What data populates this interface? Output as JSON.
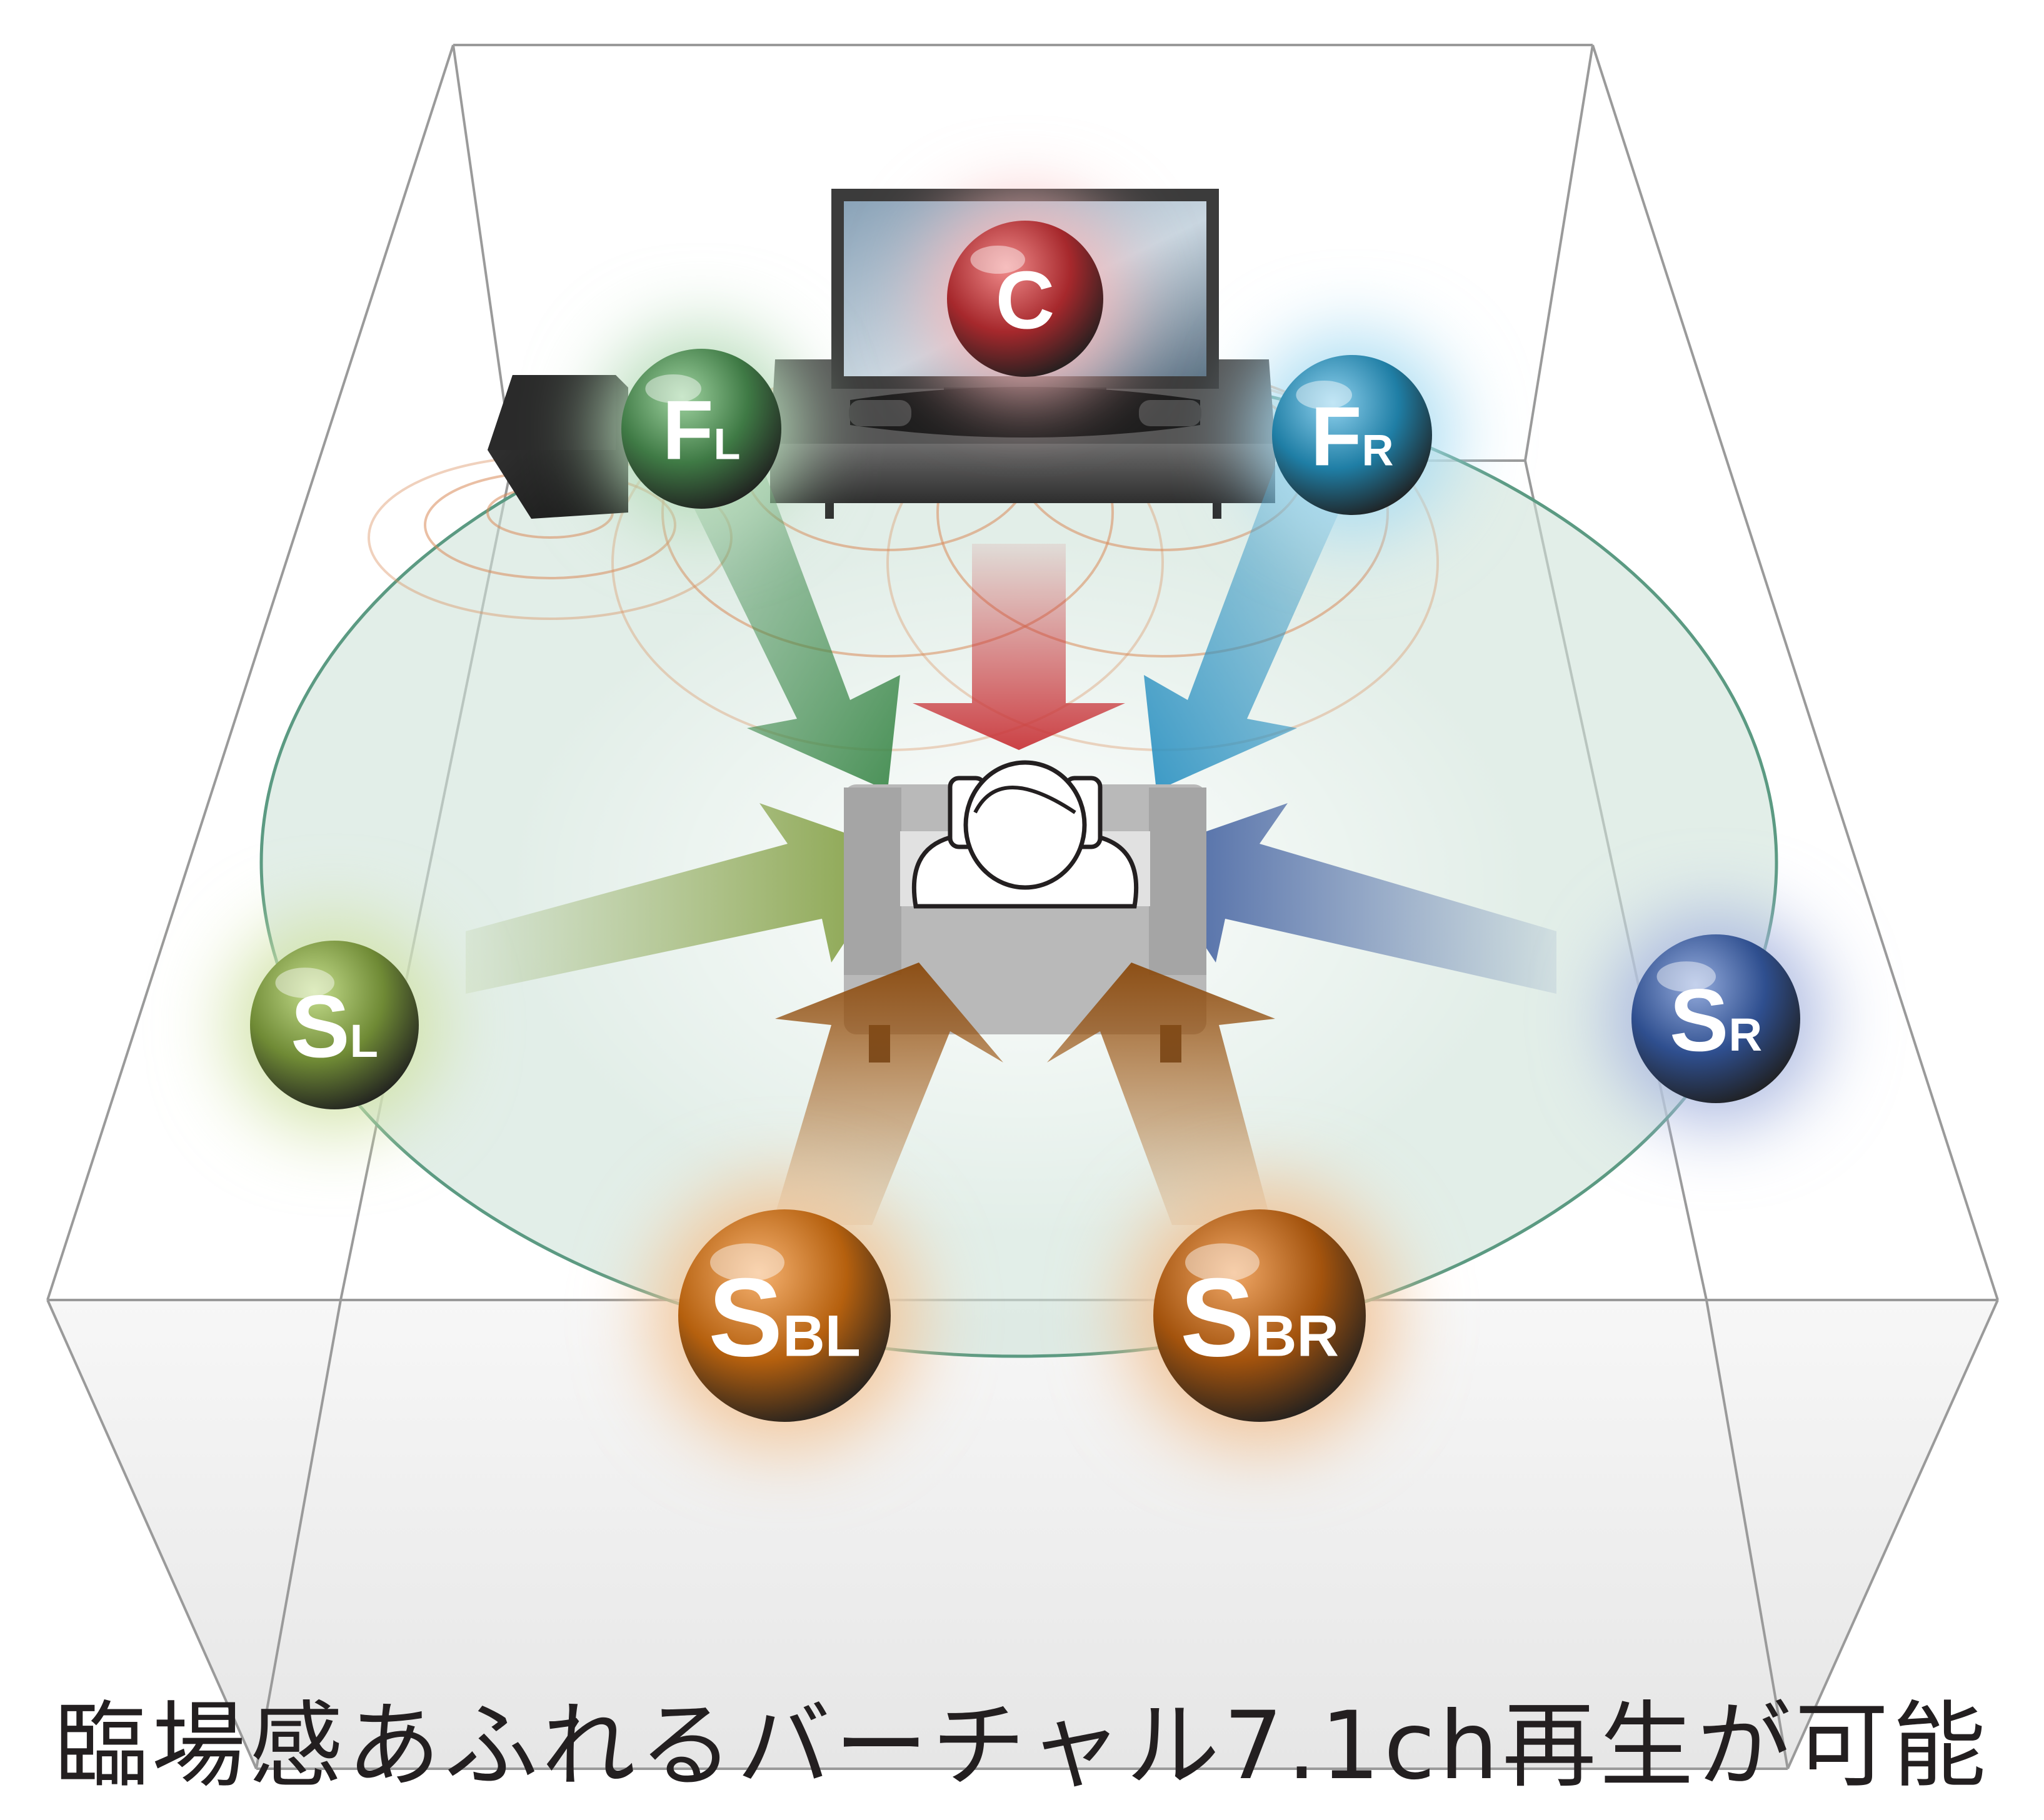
{
  "caption": "臨場感あふれるバーチャル7.1ch再生が可能",
  "speakers": [
    {
      "id": "C",
      "main": "C",
      "sub": "",
      "color": "#a6282c",
      "light": "#f08a8a",
      "glow": "#f7b9bb"
    },
    {
      "id": "FL",
      "main": "F",
      "sub": "L",
      "color": "#3f7a45",
      "light": "#9fd3a0",
      "glow": "#b7dcba"
    },
    {
      "id": "FR",
      "main": "F",
      "sub": "R",
      "color": "#1f7ea5",
      "light": "#8fd1ee",
      "glow": "#a9dcf2"
    },
    {
      "id": "SL",
      "main": "S",
      "sub": "L",
      "color": "#6f8a35",
      "light": "#c4dd8c",
      "glow": "#d2e3a8"
    },
    {
      "id": "SR",
      "main": "S",
      "sub": "R",
      "color": "#2f4f8f",
      "light": "#95acdd",
      "glow": "#aab8e0"
    },
    {
      "id": "SBL",
      "main": "S",
      "sub": "BL",
      "color": "#b5600e",
      "light": "#f5b170",
      "glow": "#f3c79b"
    },
    {
      "id": "SBR",
      "main": "S",
      "sub": "BR",
      "color": "#a3530d",
      "light": "#f0a766",
      "glow": "#f1c499"
    }
  ],
  "colors": {
    "room_line": "#9a9a9a",
    "floor": "#ececec",
    "ellipse_fill": "#cfe3d8",
    "ellipse_stroke": "#5b9a82",
    "wave": "#d98b5a",
    "sofa": "#b9b9b9"
  }
}
